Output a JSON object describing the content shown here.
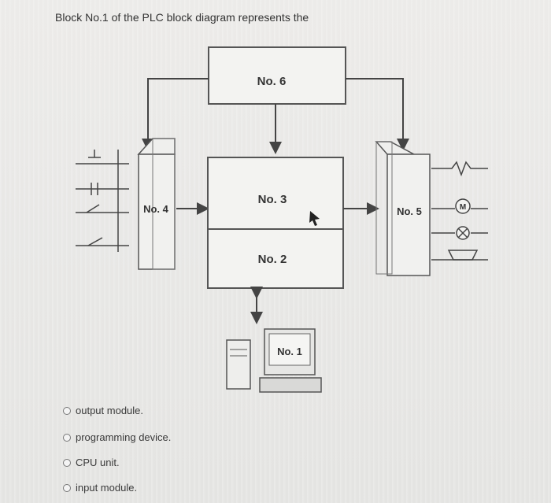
{
  "question": "Block No.1 of the PLC block diagram represents the",
  "blocks": {
    "no6": "No. 6",
    "no3": "No. 3",
    "no2": "No. 2",
    "no4": "No. 4",
    "no5": "No. 5",
    "no1": "No. 1"
  },
  "options": [
    "output module.",
    "programming device.",
    "CPU unit.",
    "input module."
  ]
}
